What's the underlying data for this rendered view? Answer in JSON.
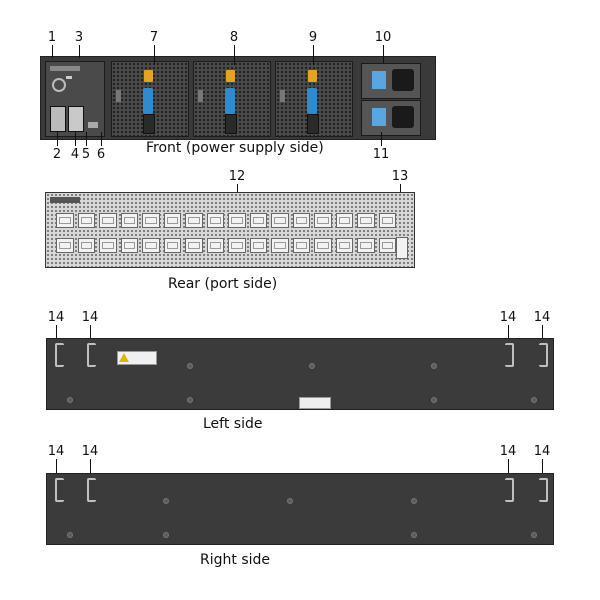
{
  "callouts": [
    "1",
    "2",
    "3",
    "4",
    "5",
    "6",
    "7",
    "8",
    "9",
    "10",
    "11",
    "12",
    "13",
    "14"
  ],
  "captions": {
    "front": "Front (power supply side)",
    "rear": "Rear (port side)",
    "left": "Left side",
    "right": "Right side"
  },
  "colors": {
    "chassis": "#3a3a3a",
    "latch": "#2e8bd0",
    "tag": "#e4a423",
    "rear_panel": "#d7d7d7"
  }
}
